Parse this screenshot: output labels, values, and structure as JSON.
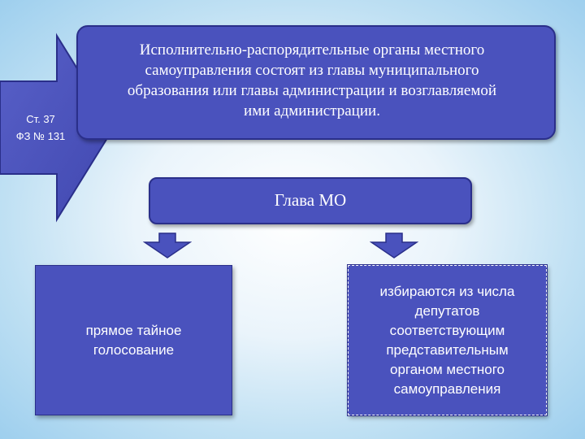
{
  "colors": {
    "box_fill": "#4a52bd",
    "box_border": "#2a2f8a",
    "text": "#ffffff",
    "background_edge": "#9ecfee",
    "background_center": "#ffffff"
  },
  "arrow_label": {
    "line1": "Ст. 37",
    "line2": "ФЗ № 131"
  },
  "main_box": {
    "text": "Исполнительно-распорядительные органы местного\nсамоуправления состоят из главы муниципального\nобразования или главы администрации и возглавляемой\nими администрации."
  },
  "head_box": {
    "label": "Глава МО"
  },
  "left_box": {
    "text": "прямое тайное\nголосование"
  },
  "right_box": {
    "text": "избираются из числа\nдепутатов\nсоответствующим\nпредставительным\nорганом местного\nсамоуправления"
  },
  "icons": {
    "big_arrow": "right-arrow-shape",
    "down_arrows": "down-arrow-shape"
  }
}
